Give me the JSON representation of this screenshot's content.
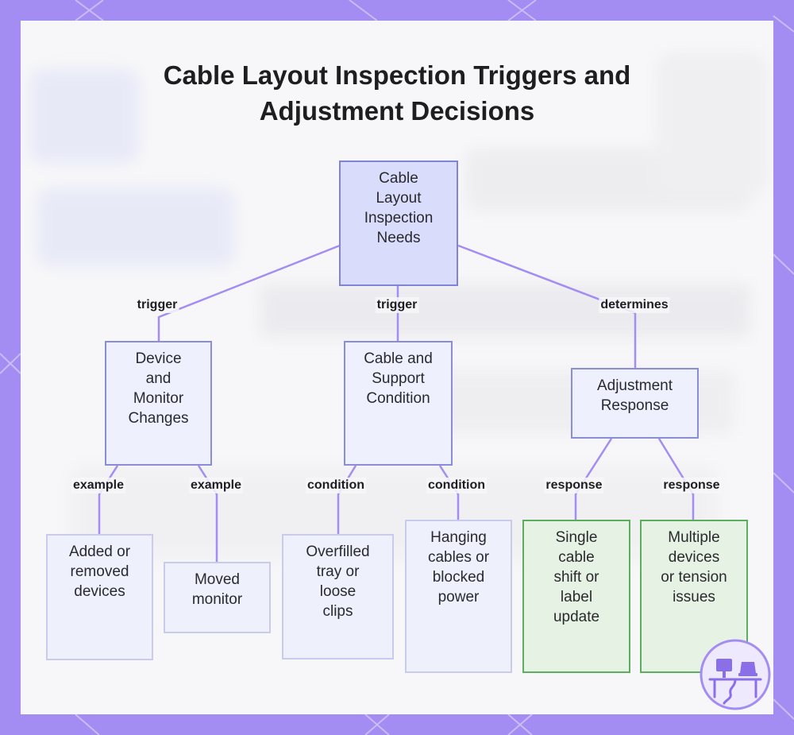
{
  "title": {
    "line1": "Cable Layout Inspection Triggers and",
    "line2": "Adjustment Decisions"
  },
  "nodes": {
    "root": "Cable\nLayout\nInspection\nNeeds",
    "device_changes": "Device\nand\nMonitor\nChanges",
    "cable_condition": "Cable and\nSupport\nCondition",
    "adjustment_response": "Adjustment\nResponse",
    "added_removed": "Added or\nremoved\ndevices",
    "moved_monitor": "Moved\nmonitor",
    "overfilled_tray": "Overfilled\ntray or\nloose\nclips",
    "hanging_cables": "Hanging\ncables or\nblocked\npower",
    "single_cable": "Single\ncable\nshift or\nlabel\nupdate",
    "multiple_devices": "Multiple\ndevices\nor tension\nissues"
  },
  "edges": {
    "root_device": "trigger",
    "root_cable": "trigger",
    "root_adjust": "determines",
    "device_added": "example",
    "device_moved": "example",
    "cable_overfilled": "condition",
    "cable_hanging": "condition",
    "adjust_single": "response",
    "adjust_multiple": "response"
  },
  "colors": {
    "frame": "#a48df2",
    "edge": "#a48df2",
    "root_fill": "#d9dcfb",
    "response_fill": "#e6f2e4",
    "response_border": "#5aae5e"
  },
  "icons": {
    "logo": "desk-workstation-icon"
  }
}
